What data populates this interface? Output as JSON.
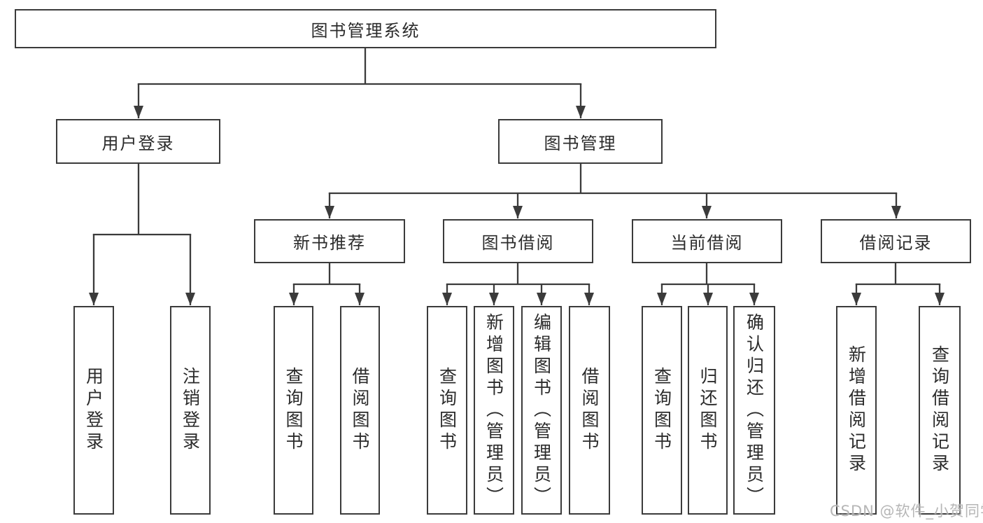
{
  "tree": {
    "root": "图书管理系统",
    "branches": [
      {
        "label": "用户登录",
        "leaves": [
          "用户登录",
          "注销登录"
        ]
      },
      {
        "label": "图书管理",
        "groups": [
          {
            "label": "新书推荐",
            "leaves": [
              "查询图书",
              "借阅图书"
            ]
          },
          {
            "label": "图书借阅",
            "leaves": [
              "查询图书",
              "新增图书（管理员）",
              "编辑图书（管理员）",
              "借阅图书"
            ]
          },
          {
            "label": "当前借阅",
            "leaves": [
              "查询图书",
              "归还图书",
              "确认归还（管理员）"
            ]
          },
          {
            "label": "借阅记录",
            "leaves": [
              "新增借阅记录",
              "查询借阅记录"
            ]
          }
        ]
      }
    ]
  },
  "watermark": {
    "text": "CSDN @软件_小贺同学"
  },
  "colors": {
    "line": "#3b3b3b",
    "text": "#2b2b2b",
    "watermark": "#b0b0b0",
    "background": "#ffffff"
  }
}
